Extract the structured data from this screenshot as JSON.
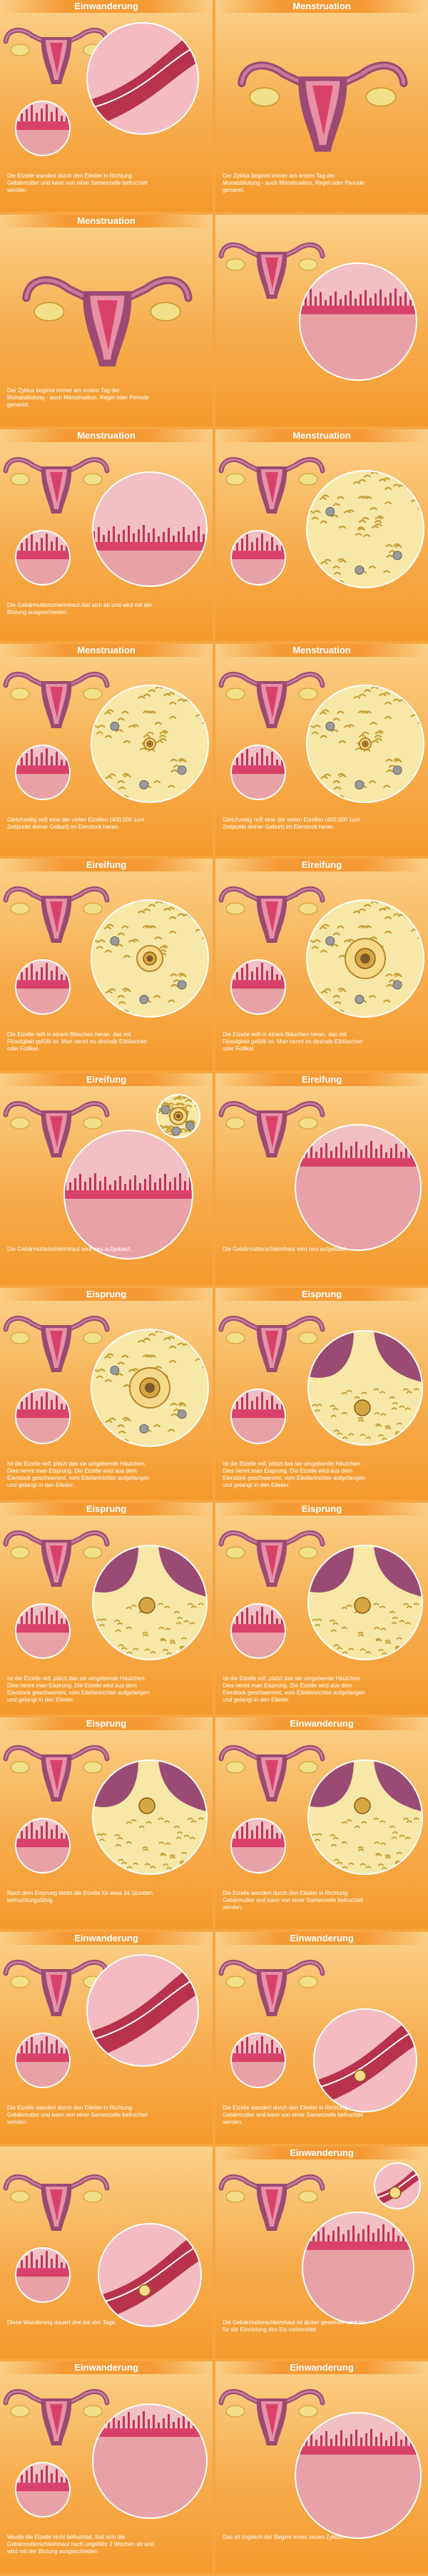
{
  "colors": {
    "background": "#f6a640",
    "tissue": "#e9a1a8",
    "lining": "#d8426a",
    "uterus_dark": "#9b4b73",
    "ovary": "#f2df8a",
    "follicle_bg": "#f8e8a8"
  },
  "panels": [
    {
      "id": "p1",
      "title": "Einwanderung",
      "scene": "tube-sperm",
      "caption": "Die Eizelle wandert durch den Eileiter in Richtung Gebärmutter und kann von einer Samenzelle befruchtet werden."
    },
    {
      "id": "p2",
      "title": "Menstruation",
      "scene": "uterus-large",
      "caption": "Der Zyklus beginnt immer am ersten Tag der Monatsblutung - auch Menstruation, Regel oder Periode genannt."
    },
    {
      "id": "p3",
      "title": "Menstruation",
      "scene": "uterus-large",
      "caption": "Der Zyklus beginnt immer am ersten Tag der Monatsblutung - auch Menstruation, Regel oder Periode genannt."
    },
    {
      "id": "p4",
      "title": "",
      "scene": "lining-zoom",
      "caption": ""
    },
    {
      "id": "p5",
      "title": "Menstruation",
      "scene": "lining-shed",
      "caption": "Die Gebärmutterschleimhaut löst sich ab und wird mit der Blutung ausgeschieden."
    },
    {
      "id": "p6",
      "title": "Menstruation",
      "scene": "ovary-zoom",
      "caption": ""
    },
    {
      "id": "p7",
      "title": "Menstruation",
      "scene": "ovary-follicles",
      "caption": "Gleichzeitig reift eine der vielen Eizellen (400.000 zum Zeitpunkt deiner Geburt) im Eierstock heran."
    },
    {
      "id": "p8",
      "title": "Menstruation",
      "scene": "ovary-follicles",
      "caption": "Gleichzeitig reift eine der vielen Eizellen (400.000 zum Zeitpunkt deiner Geburt) im Eierstock heran."
    },
    {
      "id": "p9",
      "title": "Eireifung",
      "scene": "follicle-growing",
      "caption": "Die Eizelle reift in einem Bläschen heran, das mit Flüssigkeit gefüllt ist. Man nennt es deshalb Eibläschen oder Follikel."
    },
    {
      "id": "p10",
      "title": "Eireifung",
      "scene": "follicle-big",
      "caption": "Die Eizelle reift in einem Bläschen heran, das mit Flüssigkeit gefüllt ist. Man nennt es deshalb Eibläschen oder Follikel."
    },
    {
      "id": "p11",
      "title": "Eireifung",
      "scene": "lining-build",
      "caption": "Die Gebärmutterschleimhaut wird neu aufgebaut."
    },
    {
      "id": "p12",
      "title": "Eireifung",
      "scene": "lining-thick",
      "caption": "Die Gebärmutterschleimhaut wird neu aufgebaut."
    },
    {
      "id": "p13",
      "title": "Eisprung",
      "scene": "follicle-big",
      "caption": "Ist die Eizelle reif, platzt das sie umgebende Häutchen. Dies nennt man Eisprung. Die Eizelle wird aus dem Eierstock geschwemmt, vom Eileitertrichter aufgefangen und gelangt in den Eileiter."
    },
    {
      "id": "p14",
      "title": "Eisprung",
      "scene": "ovulation-1",
      "caption": "Ist die Eizelle reif, platzt das sie umgebende Häutchen. Dies nennt man Eisprung. Die Eizelle wird aus dem Eierstock geschwemmt, vom Eileitertrichter aufgefangen und gelangt in den Eileiter."
    },
    {
      "id": "p15",
      "title": "Eisprung",
      "scene": "ovulation-2",
      "caption": "Ist die Eizelle reif, platzt das sie umgebende Häutchen. Dies nennt man Eisprung. Die Eizelle wird aus dem Eierstock geschwemmt, vom Eileitertrichter aufgefangen und gelangt in den Eileiter."
    },
    {
      "id": "p16",
      "title": "Eisprung",
      "scene": "ovulation-2",
      "caption": "Ist die Eizelle reif, platzt das sie umgebende Häutchen. Dies nennt man Eisprung. Die Eizelle wird aus dem Eierstock geschwemmt, vom Eileitertrichter aufgefangen und gelangt in den Eileiter."
    },
    {
      "id": "p17",
      "title": "Eisprung",
      "scene": "ovulation-3",
      "caption": "Nach dem Eisprung bleibt die Eizelle für etwa 24 Stunden befruchtungsfähig."
    },
    {
      "id": "p18",
      "title": "Einwanderung",
      "scene": "ovulation-3",
      "caption": "Die Eizelle wandert durch den Eileiter in Richtung Gebärmutter und kann von einer Samenzelle befruchtet werden."
    },
    {
      "id": "p19",
      "title": "Einwanderung",
      "scene": "tube-sperm",
      "caption": "Die Eizelle wandert durch den Eileiter in Richtung Gebärmutter und kann von einer Samenzelle befruchtet werden."
    },
    {
      "id": "p20",
      "title": "Einwanderung",
      "scene": "tube-egg",
      "caption": "Die Eizelle wandert durch den Eileiter in Richtung Gebärmutter und kann von einer Samenzelle befruchtet werden."
    },
    {
      "id": "p21",
      "title": "",
      "scene": "tube-egg",
      "caption": "Diese Wanderung dauert drei bis vier Tage."
    },
    {
      "id": "p22",
      "title": "Einwanderung",
      "scene": "lining-small-tube",
      "caption": "Die Gebärmutterschleimhaut ist dicker geworden und ist für die Einnistung des Eis vorbereitet."
    },
    {
      "id": "p23",
      "title": "Einwanderung",
      "scene": "lining-egg",
      "caption": "Wurde die Eizelle nicht befruchtet, löst sich die Gebärmutterschleimhaut nach ungefähr 2 Wochen ab und wird mit der Blutung ausgeschieden."
    },
    {
      "id": "p24",
      "title": "Einwanderung",
      "scene": "lining-thick",
      "caption": "Das ist zugleich der Beginn eines neuen Zyklus."
    }
  ]
}
